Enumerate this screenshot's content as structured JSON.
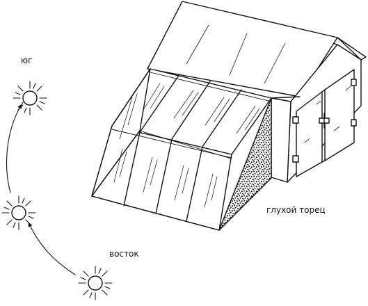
{
  "labels": {
    "south": "юг",
    "east": "восток",
    "blind_end": "глухой торец"
  },
  "colors": {
    "ink": "#111111",
    "paper": "#ffffff"
  }
}
